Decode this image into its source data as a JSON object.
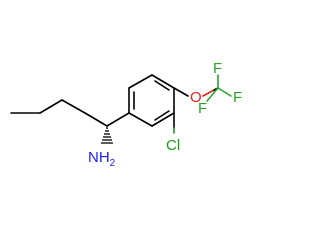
{
  "molecule": {
    "atoms": {
      "amine": {
        "symbol": "NH",
        "subscript": "2",
        "color": "#1d1df0"
      },
      "oxygen": {
        "symbol": "O",
        "color": "#e8201c"
      },
      "chlorine": {
        "symbol": "Cl",
        "color": "#1c9a1c"
      },
      "fluorine_top": {
        "symbol": "F",
        "color": "#2aa52a"
      },
      "fluorine_right": {
        "symbol": "F",
        "color": "#2aa52a"
      },
      "fluorine_bottom": {
        "symbol": "F",
        "color": "#2aa52a"
      }
    },
    "bond_color": "#000000"
  }
}
